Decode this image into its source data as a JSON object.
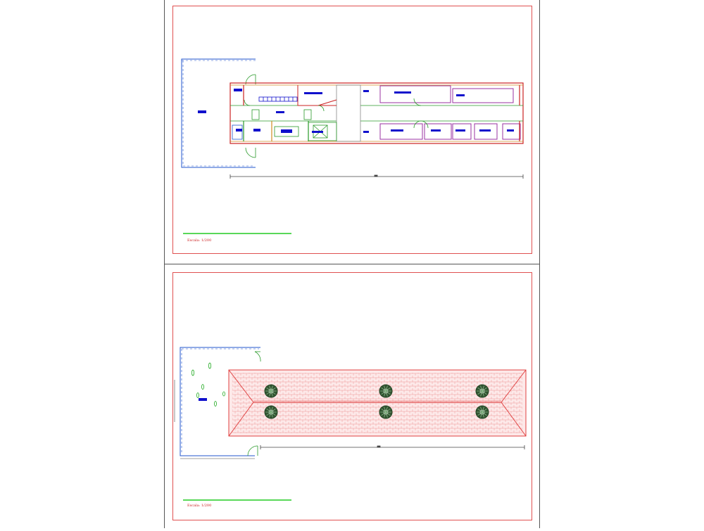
{
  "colors": {
    "sheet_border": "#e05050",
    "wall_red": "#cc2222",
    "wall_green": "#2a9a2a",
    "wall_orange": "#d08a20",
    "blue_label": "#1010cc",
    "purple": "#9a30a0",
    "scale_bar": "#22cc22",
    "dim_line": "#444444",
    "roof_red": "#e04040",
    "tree_dark": "#224422"
  },
  "sheets": [
    {
      "name": "floor-plan",
      "scale_label": "Escala: 1/200"
    },
    {
      "name": "roof-plan",
      "scale_label": "Escala: 1/200"
    }
  ]
}
